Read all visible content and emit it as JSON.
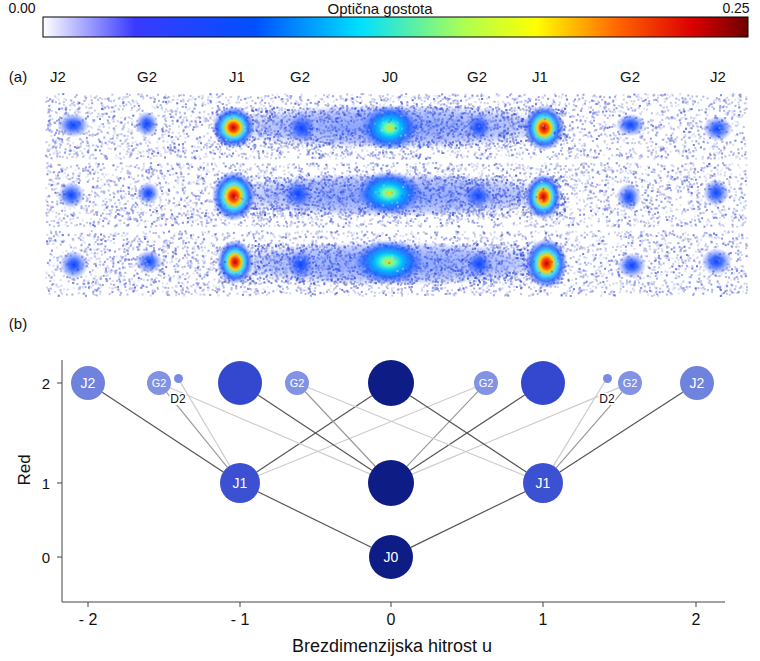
{
  "diagram": {
    "nodes": [
      {
        "text": [
          "J2"
        ]
      },
      {
        "text": [
          "G2"
        ]
      },
      {
        "text": [
          "D2"
        ]
      },
      {
        "text": []
      },
      {
        "text": [
          "G2"
        ]
      },
      {
        "text": []
      },
      {
        "text": [
          "G2"
        ]
      },
      {
        "text": []
      },
      {
        "text": [
          "D2"
        ]
      },
      {
        "text": [
          "G2"
        ]
      },
      {
        "text": [
          "J2"
        ]
      },
      {
        "text": [
          "J1"
        ]
      },
      {
        "text": []
      },
      {
        "text": [
          "J1"
        ]
      },
      {
        "text": [
          "J0"
        ]
      }
    ],
    "edges": [
      {
        "from": 14,
        "to": 11,
        "arrow": "none"
      },
      {
        "from": 14,
        "to": 13,
        "arrow": "none"
      },
      {
        "from": 11,
        "to": 0,
        "arrow": "none"
      },
      {
        "from": 11,
        "to": 1,
        "arrow": "none"
      },
      {
        "from": 11,
        "to": 2,
        "arrow": "none"
      },
      {
        "from": 11,
        "to": 5,
        "arrow": "none"
      },
      {
        "from": 11,
        "to": 6,
        "arrow": "none"
      },
      {
        "from": 12,
        "to": 3,
        "arrow": "none"
      },
      {
        "from": 12,
        "to": 7,
        "arrow": "none"
      },
      {
        "from": 12,
        "to": 4,
        "arrow": "none"
      },
      {
        "from": 12,
        "to": 6,
        "arrow": "none"
      },
      {
        "from": 12,
        "to": 1,
        "arrow": "none"
      },
      {
        "from": 12,
        "to": 9,
        "arrow": "none"
      },
      {
        "from": 13,
        "to": 10,
        "arrow": "none"
      },
      {
        "from": 13,
        "to": 9,
        "arrow": "none"
      },
      {
        "from": 13,
        "to": 8,
        "arrow": "none"
      },
      {
        "from": 13,
        "to": 5,
        "arrow": "none"
      },
      {
        "from": 13,
        "to": 4,
        "arrow": "none"
      }
    ],
    "labels": [
      "0.00",
      "Optična gostota",
      "0.25",
      "(a)",
      "J2",
      "G2",
      "J1",
      "G2",
      "J0",
      "G2",
      "J1",
      "G2",
      "J2",
      "(b)",
      "2",
      "1",
      "0",
      "Red",
      "- 2",
      "- 1",
      "0",
      "1",
      "2",
      "Brezdimenzijska hitrost u"
    ]
  }
}
